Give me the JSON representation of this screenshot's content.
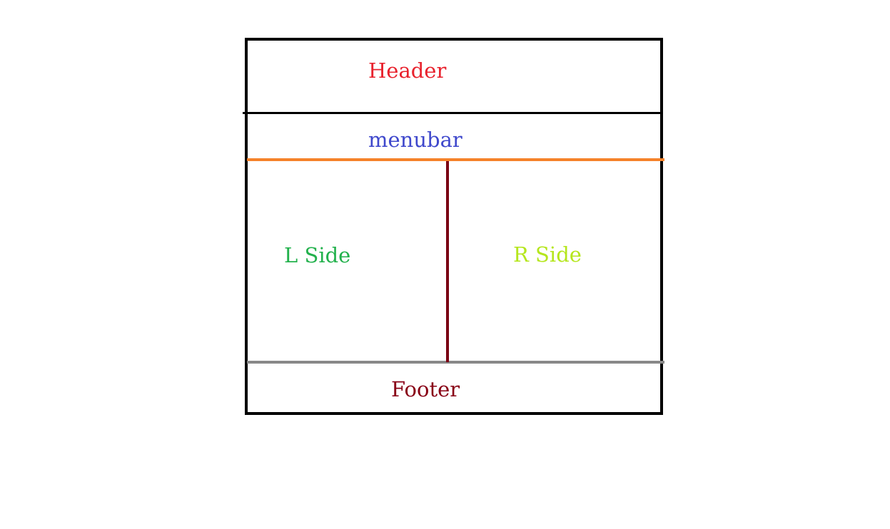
{
  "diagram": {
    "labels": {
      "header": "Header",
      "menubar": "menubar",
      "l_side": "L Side",
      "r_side": "R Side",
      "footer": "Footer"
    },
    "colors": {
      "frame": "#000000",
      "header_text": "#e8222d",
      "menubar_text": "#3f48cc",
      "l_side_text": "#22b14c",
      "r_side_text": "#b5e61d",
      "footer_text": "#880015",
      "header_divider": "#000000",
      "menubar_divider": "#f5822a",
      "side_divider": "#7a0013",
      "footer_divider": "#888888"
    }
  }
}
